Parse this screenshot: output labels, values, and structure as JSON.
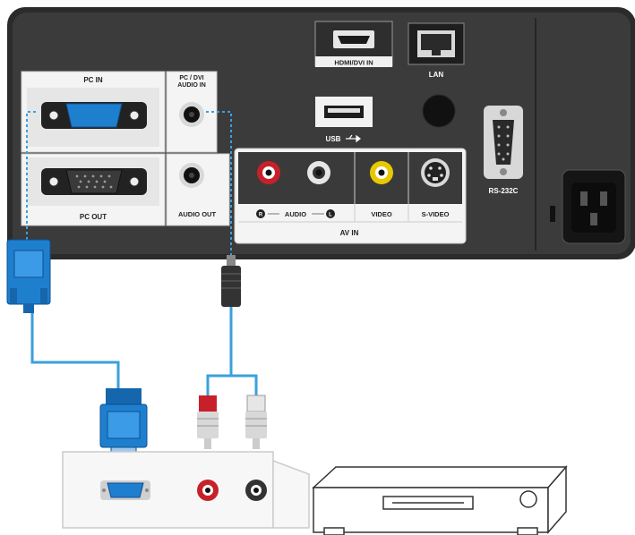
{
  "panel": {
    "hdmi_label": "HDMI/DVI IN",
    "lan_label": "LAN",
    "usb_label": "USB",
    "pc_in_label": "PC IN",
    "pc_dvi_audio_line1": "PC / DVI",
    "pc_dvi_audio_line2": "AUDIO IN",
    "pc_out_label": "PC OUT",
    "audio_out_label": "AUDIO OUT",
    "audio_label": "AUDIO",
    "video_label": "VIDEO",
    "svideo_label": "S-VIDEO",
    "av_in_label": "AV IN",
    "rs232c_label": "RS-232C"
  },
  "colors": {
    "panel_body": "#2d2d2d",
    "panel_face": "#3a3a3a",
    "cable_blue": "#3aa0dc",
    "vga_blue": "#1f7fcf",
    "rca_red": "#c8202a",
    "rca_white": "#e6e6e6",
    "rca_yellow": "#e8c800"
  },
  "icons": [
    "hdmi-port-icon",
    "lan-port-icon",
    "usb-port-icon",
    "vga-port-icon",
    "audio-jack-icon",
    "rca-jack-icon",
    "svideo-port-icon",
    "rs232c-port-icon",
    "power-socket-icon",
    "vga-plug-icon",
    "stereo-plug-icon",
    "rca-plug-icon",
    "pc-device-icon",
    "dvd-player-icon"
  ]
}
